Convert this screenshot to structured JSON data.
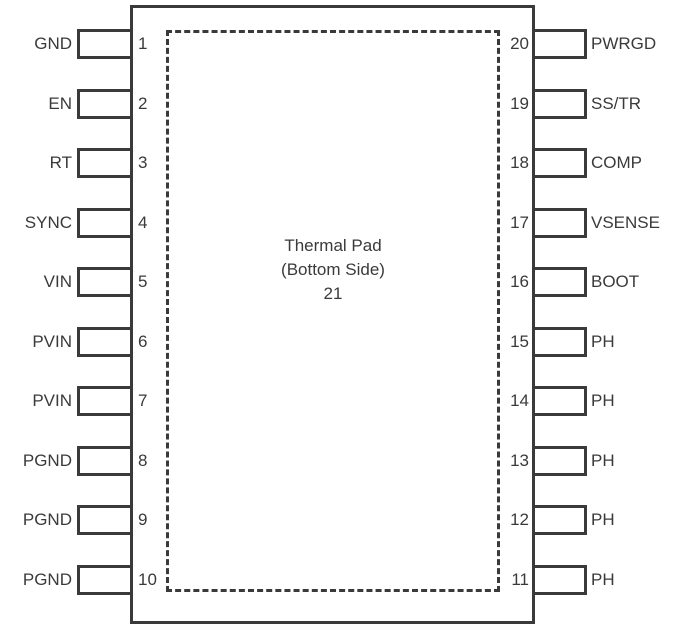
{
  "diagram": {
    "kind": "ic-pinout-package-diagram",
    "thermal_pad": {
      "line1": "Thermal Pad",
      "line2": "(Bottom Side)",
      "line3": "21"
    },
    "colors": {
      "line": "#3a3a3a",
      "background": "#ffffff",
      "text": "#3a3a3a"
    },
    "left_pins": [
      {
        "number": "1",
        "label": "GND"
      },
      {
        "number": "2",
        "label": "EN"
      },
      {
        "number": "3",
        "label": "RT"
      },
      {
        "number": "4",
        "label": "SYNC"
      },
      {
        "number": "5",
        "label": "VIN"
      },
      {
        "number": "6",
        "label": "PVIN"
      },
      {
        "number": "7",
        "label": "PVIN"
      },
      {
        "number": "8",
        "label": "PGND"
      },
      {
        "number": "9",
        "label": "PGND"
      },
      {
        "number": "10",
        "label": "PGND"
      }
    ],
    "right_pins": [
      {
        "number": "20",
        "label": "PWRGD"
      },
      {
        "number": "19",
        "label": "SS/TR"
      },
      {
        "number": "18",
        "label": "COMP"
      },
      {
        "number": "17",
        "label": "VSENSE"
      },
      {
        "number": "16",
        "label": "BOOT"
      },
      {
        "number": "15",
        "label": "PH"
      },
      {
        "number": "14",
        "label": "PH"
      },
      {
        "number": "13",
        "label": "PH"
      },
      {
        "number": "12",
        "label": "PH"
      },
      {
        "number": "11",
        "label": "PH"
      }
    ]
  }
}
